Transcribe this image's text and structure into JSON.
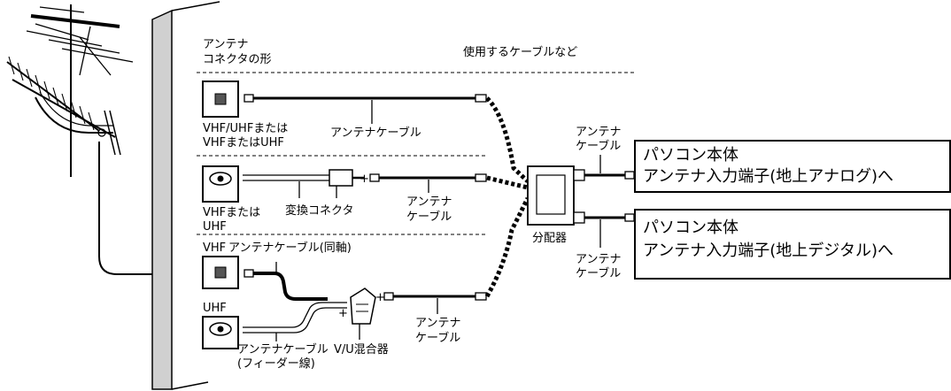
{
  "headers": {
    "connector_shape_line1": "アンテナ",
    "connector_shape_line2": "コネクタの形",
    "cables_used": "使用するケーブルなど"
  },
  "row1": {
    "label_line1": "VHF/UHFまたは",
    "label_line2": "VHFまたはUHF",
    "cable_label": "アンテナケーブル"
  },
  "row2": {
    "label_line1": "VHFまたは",
    "label_line2": "UHF",
    "converter_label": "変換コネクタ",
    "cable_label_line1": "アンテナ",
    "cable_label_line2": "ケーブル"
  },
  "row3": {
    "vhf_label": "VHF",
    "coax_cable_label": "アンテナケーブル(同軸)",
    "uhf_label": "UHF",
    "feeder_label_line1": "アンテナケーブル",
    "feeder_label_line2": "(フィーダー線)",
    "mixer_label": "V/U混合器",
    "cable_label_line1": "アンテナ",
    "cable_label_line2": "ケーブル"
  },
  "splitter": {
    "label": "分配器"
  },
  "output_cable_top": {
    "line1": "アンテナ",
    "line2": "ケーブル"
  },
  "output_cable_bottom": {
    "line1": "アンテナ",
    "line2": "ケーブル"
  },
  "box_analog": {
    "line1": "パソコン本体",
    "line2": "アンテナ入力端子(地上アナログ)へ"
  },
  "box_digital": {
    "line1": "パソコン本体",
    "line2": "アンテナ入力端子(地上デジタル)へ"
  }
}
